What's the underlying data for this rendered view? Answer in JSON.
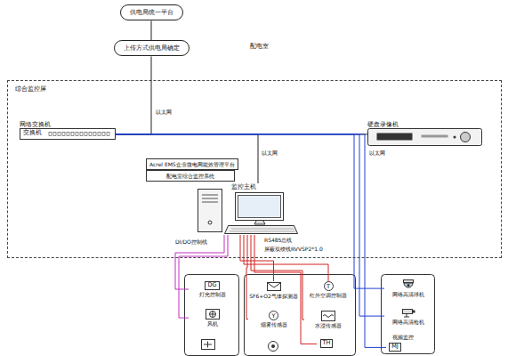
{
  "diagram": {
    "nodes": [
      {
        "text": [
          "供电局统一平台"
        ]
      },
      {
        "text": [
          "上传方式供电局确定"
        ]
      },
      {
        "text": [
          "综合监控屏"
        ]
      },
      {
        "text": [
          "网络交换机",
          "交换机"
        ],
        "in": 2
      },
      {
        "text": [
          "硬盘录像机"
        ],
        "in": 2
      },
      {
        "text": [
          "Acrel EMS企业微电网能效管理平台"
        ],
        "in": 2
      },
      {
        "text": [
          "配电室综合监控系统"
        ],
        "in": 2
      },
      {
        "text": [
          "监控主机"
        ],
        "in": 2
      },
      {
        "text": [
          "DG",
          "灯光控制器"
        ]
      },
      {
        "text": [
          "风机"
        ]
      },
      {
        "text": [
          "SF6+O2气体探测器"
        ]
      },
      {
        "text": [
          "T",
          "红外空调控制器"
        ]
      },
      {
        "text": [
          "Y",
          "烟雾传感器"
        ]
      },
      {
        "text": [
          "水浸传感器"
        ]
      },
      {
        "text": [
          "TH"
        ]
      },
      {
        "text": [
          "网络高清球机"
        ]
      },
      {
        "text": [
          "网络高清枪机"
        ]
      },
      {
        "text": [
          "MJ"
        ]
      }
    ],
    "edges": [
      {
        "from": 0,
        "to": 1,
        "arrow": "none"
      },
      {
        "from": 1,
        "to": 3,
        "label": "以太网",
        "arrow": "none"
      },
      {
        "from": 3,
        "to": 4,
        "arrow": "none"
      },
      {
        "from": 3,
        "to": 7,
        "label": "以太网",
        "arrow": "none"
      },
      {
        "from": 3,
        "to": 15,
        "label": "以太网",
        "arrow": "none"
      },
      {
        "from": 3,
        "to": 16,
        "arrow": "none"
      },
      {
        "from": 3,
        "to": 17,
        "arrow": "none"
      },
      {
        "from": 7,
        "to": 8,
        "arrow": "none"
      },
      {
        "from": 7,
        "to": 9,
        "arrow": "none"
      },
      {
        "from": 7,
        "to": 10,
        "arrow": "none"
      },
      {
        "from": 7,
        "to": 11,
        "arrow": "none"
      },
      {
        "from": 7,
        "to": 12,
        "arrow": "none"
      },
      {
        "from": 7,
        "to": 13,
        "arrow": "none"
      },
      {
        "from": 7,
        "to": 14,
        "arrow": "none"
      }
    ],
    "labels": [
      "配电室",
      "DI/DO控制线",
      "RS485总线",
      "屏蔽双绞线RVVSP2*1.0",
      "视频监控"
    ]
  }
}
